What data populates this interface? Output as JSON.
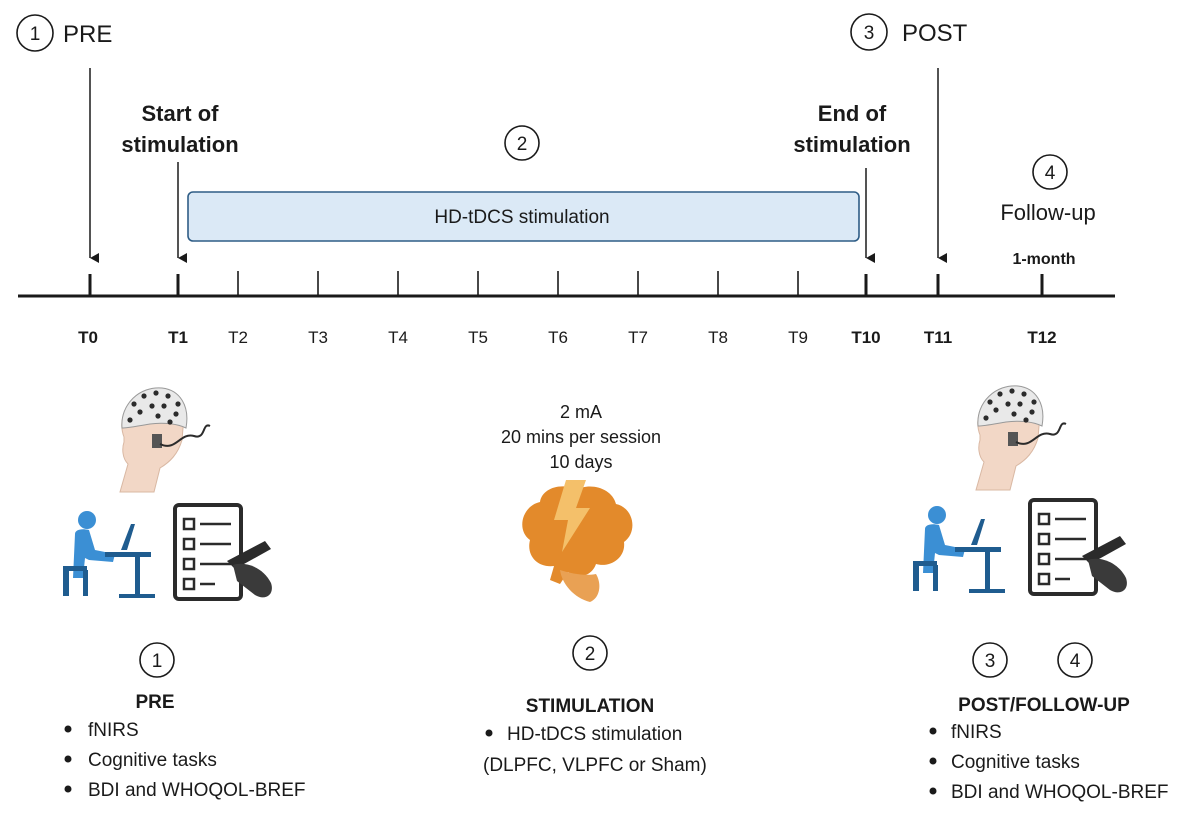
{
  "phases": {
    "pre": {
      "number": "1",
      "label": "PRE"
    },
    "stim": {
      "number": "2"
    },
    "post": {
      "number": "3",
      "label": "POST"
    },
    "followup": {
      "number": "4",
      "label": "Follow-up",
      "sublabel": "1-month"
    }
  },
  "markers": {
    "start": [
      "Start of",
      "stimulation"
    ],
    "end": [
      "End of",
      "stimulation"
    ]
  },
  "stim_bar_label": "HD-tDCS stimulation",
  "timepoints": [
    "T0",
    "T1",
    "T2",
    "T3",
    "T4",
    "T5",
    "T6",
    "T7",
    "T8",
    "T9",
    "T10",
    "T11",
    "T12"
  ],
  "stim_params": [
    "2 mA",
    "20 mins per session",
    "10 days"
  ],
  "colors": {
    "bar_fill": "#dbe9f6",
    "bar_stroke": "#2f5d86",
    "brain": "#e38a2b",
    "bolt": "#f4c06a",
    "person": "#3b8fd4",
    "desk": "#1f5c8f",
    "dark": "#2b2b2b"
  },
  "icons": {
    "head": "eeg-cap-head-icon",
    "person": "person-at-computer-icon",
    "checklist": "questionnaire-checklist-icon",
    "brain": "brain-lightning-icon"
  },
  "bottom": {
    "pre": {
      "number": "1",
      "title": "PRE",
      "items": [
        "fNIRS",
        "Cognitive tasks",
        "BDI and WHOQOL-BREF"
      ]
    },
    "stim": {
      "number": "2",
      "title": "STIMULATION",
      "items": [
        "HD-tDCS stimulation"
      ],
      "item_cont": "(DLPFC, VLPFC or Sham)"
    },
    "post": {
      "numbers": [
        "3",
        "4"
      ],
      "title": "POST/FOLLOW-UP",
      "items": [
        "fNIRS",
        "Cognitive tasks",
        "BDI and WHOQOL-BREF"
      ]
    }
  }
}
